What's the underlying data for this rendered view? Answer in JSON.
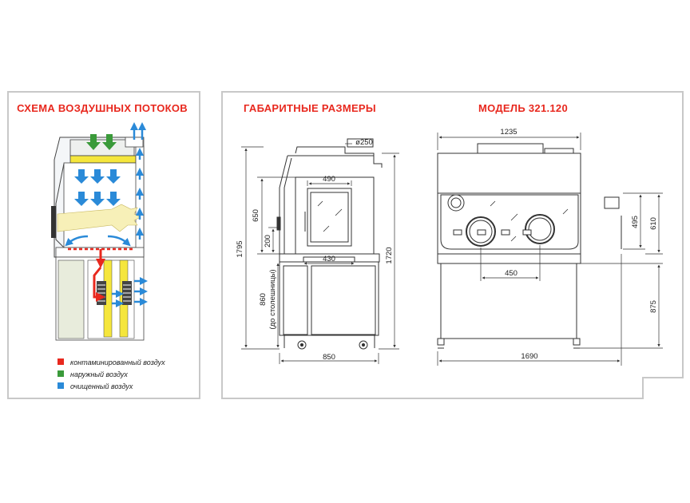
{
  "panels": {
    "airflow": {
      "title": "СХЕМА ВОЗДУШНЫХ ПОТОКОВ",
      "legend": [
        {
          "label": "контаминированный воздух",
          "color": "#e8281e"
        },
        {
          "label": "наружный воздух",
          "color": "#3a9a3a"
        },
        {
          "label": "очищенный воздух",
          "color": "#2a8ad8"
        }
      ]
    },
    "side_view": {
      "title": "ГАБАРИТНЫЕ  РАЗМЕРЫ",
      "dims": {
        "exhaust": "ø250",
        "window_w": "490",
        "window_inner": "430",
        "height_total": "1795",
        "front_h": "650",
        "lower_h": "200",
        "table_h": "860",
        "table_note": "(до столешницы)",
        "depth": "850",
        "right_h": "1720"
      }
    },
    "front_view": {
      "title": "МОДЕЛЬ 321.120",
      "dims": {
        "top_w": "1235",
        "gloves_spacing": "450",
        "width_total": "1690",
        "h_495": "495",
        "h_610": "610",
        "h_875": "875"
      }
    }
  },
  "colors": {
    "frame": "#c8c8c8",
    "title_red": "#e8281e",
    "filter_yellow": "#f5e63c",
    "panel_gray": "#e8ecdc",
    "line": "#333333"
  }
}
